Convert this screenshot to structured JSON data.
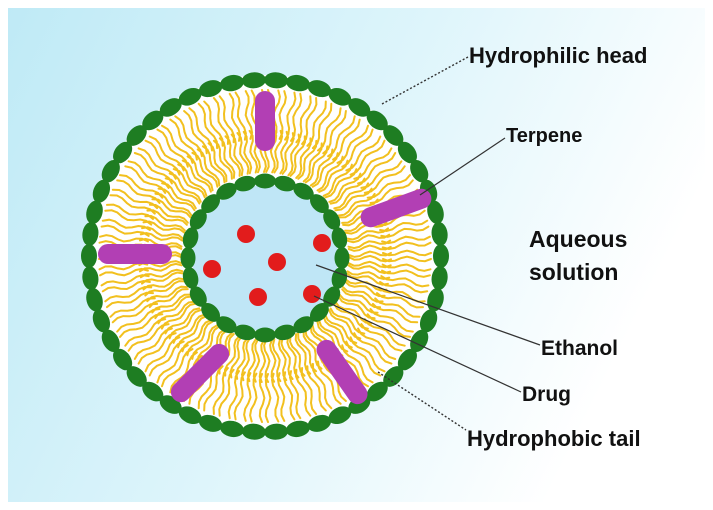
{
  "labels": {
    "hydrophilic_head": "Hydrophilic head",
    "terpene": "Terpene",
    "aqueous_line1": "Aqueous",
    "aqueous_line2": "solution",
    "ethanol": "Ethanol",
    "drug": "Drug",
    "hydrophobic_tail": "Hydrophobic tail"
  },
  "colors": {
    "background_left": "#bfeaf6",
    "background_right": "#ffffff",
    "head": "#1e7d22",
    "tail": "#f2c01e",
    "terpene": "#b23fb4",
    "drug": "#e21c1c",
    "core": "#bfe6f6"
  }
}
